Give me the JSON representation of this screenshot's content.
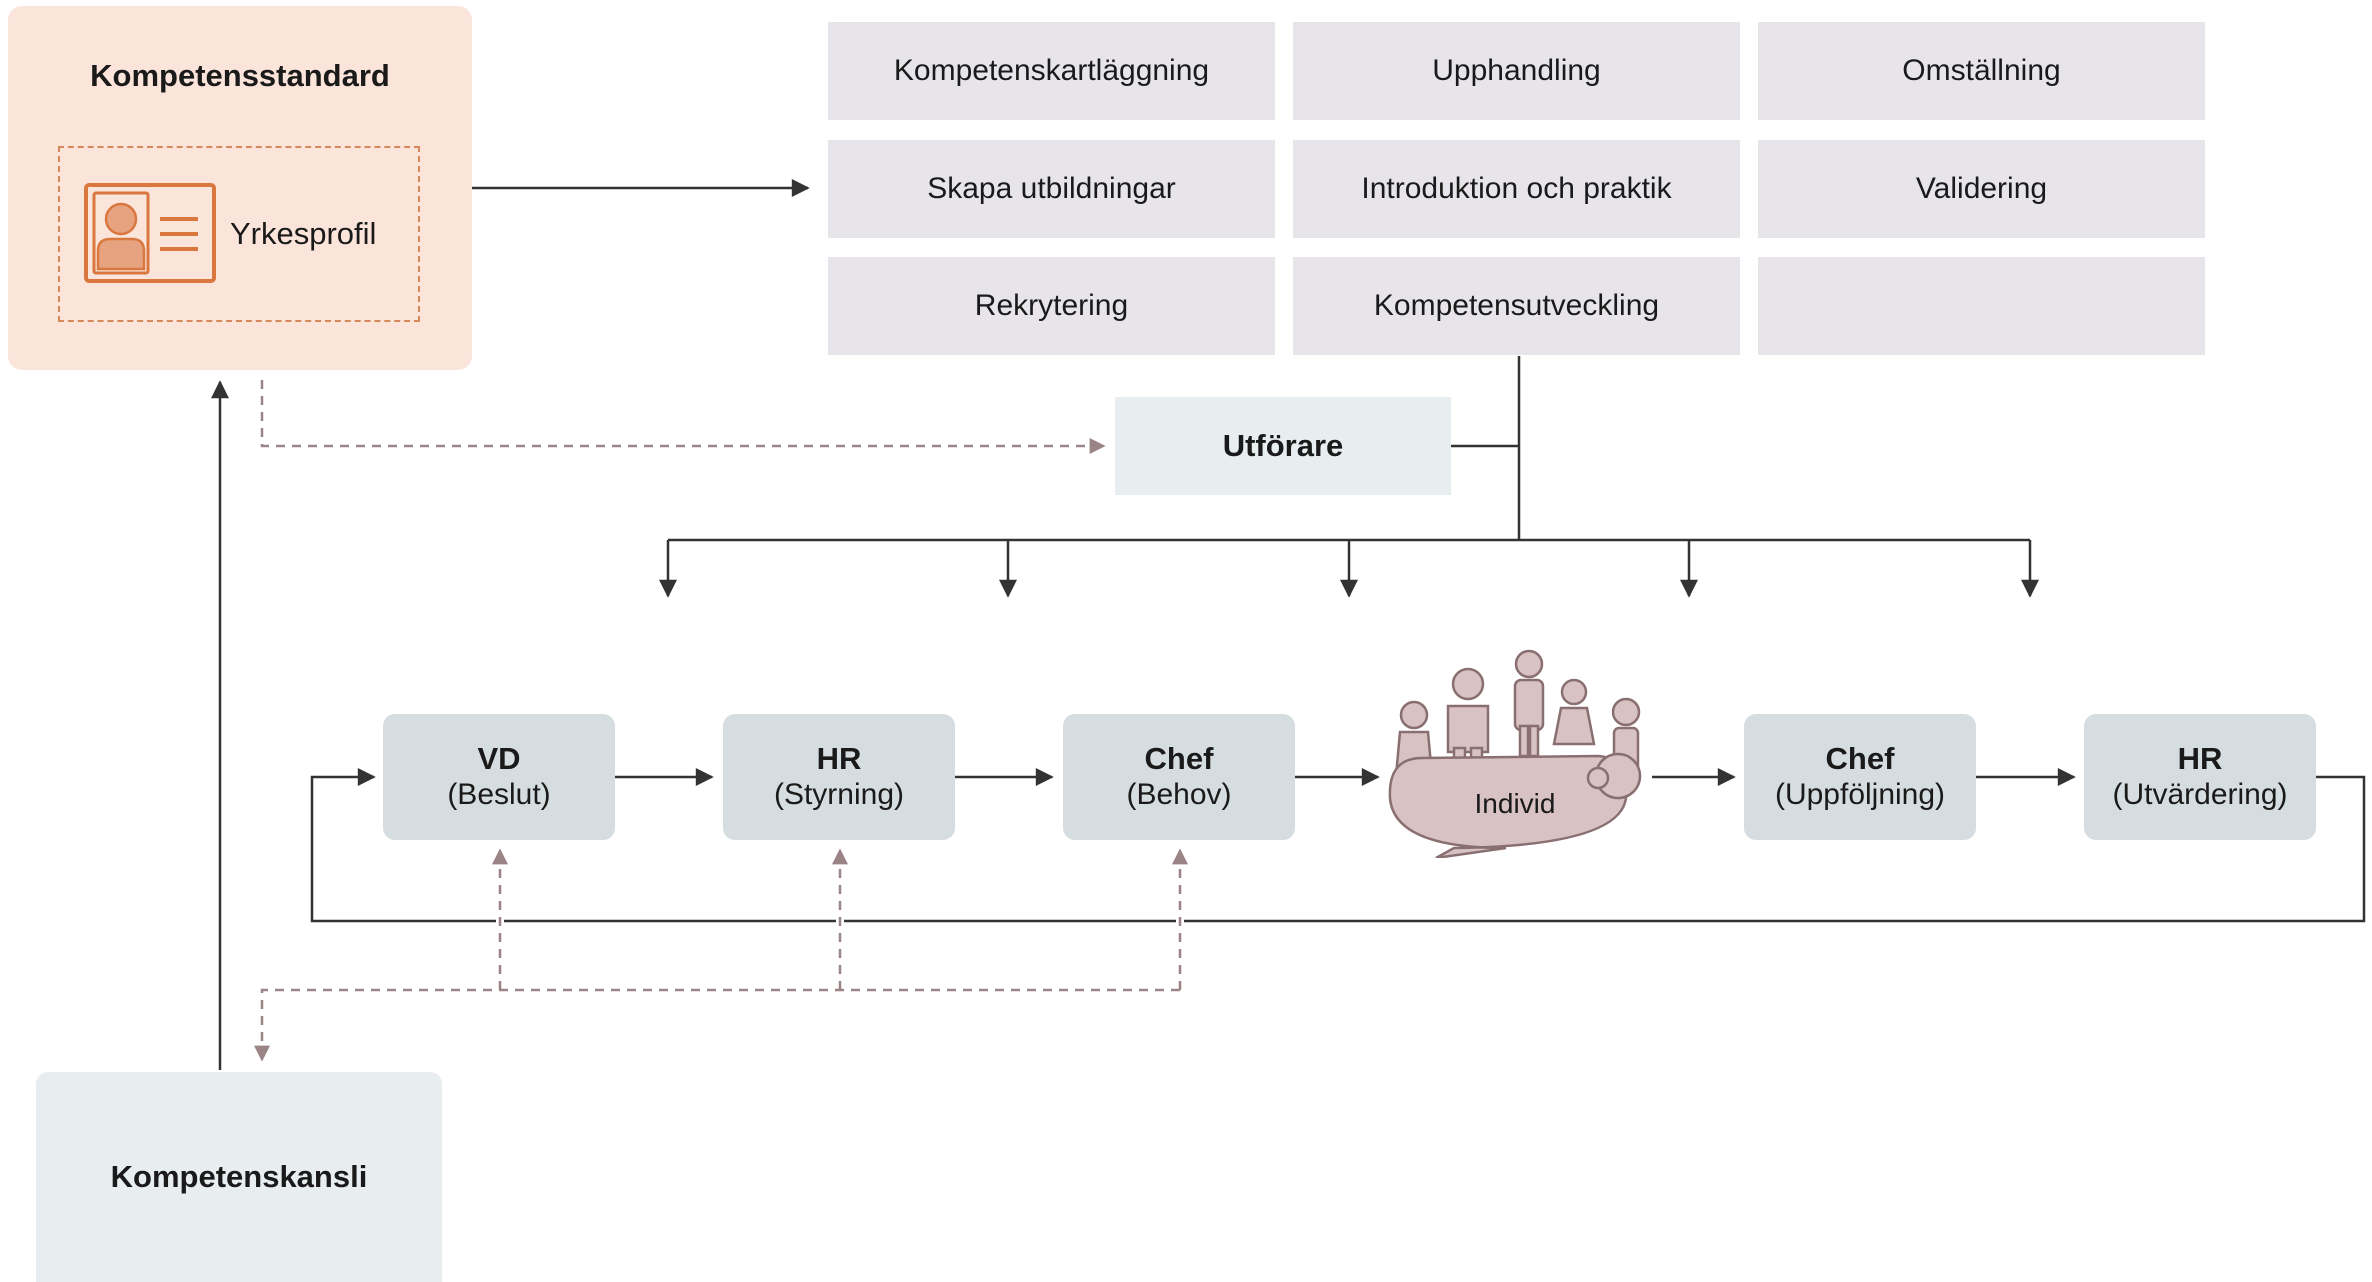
{
  "standard": {
    "title": "Kompetensstandard",
    "profile_label": "Yrkesprofil"
  },
  "activities": [
    "Kompetenskartläggning",
    "Upphandling",
    "Omställning",
    "Skapa utbildningar",
    "Introduktion och praktik",
    "Validering",
    "Rekrytering",
    "Kompetensutveckling",
    ""
  ],
  "utforare": "Utförare",
  "roles": [
    {
      "title": "VD",
      "subtitle": "(Beslut)"
    },
    {
      "title": "HR",
      "subtitle": "(Styrning)"
    },
    {
      "title": "Chef",
      "subtitle": "(Behov)"
    },
    {
      "title": "Chef",
      "subtitle": "(Uppföljning)"
    },
    {
      "title": "HR",
      "subtitle": "(Utvärdering)"
    }
  ],
  "individ": "Individ",
  "kansli": "Kompetenskansli",
  "colors": {
    "standard_bg": "#fbe4da",
    "accent_orange": "#d9773f",
    "activity_bg": "#e7e5e9",
    "role_bg": "#d6dde0",
    "panel_bg": "#e8edf0",
    "people": "#d9c2c4",
    "dashed_arrow": "#9a8486",
    "line": "#333333"
  }
}
